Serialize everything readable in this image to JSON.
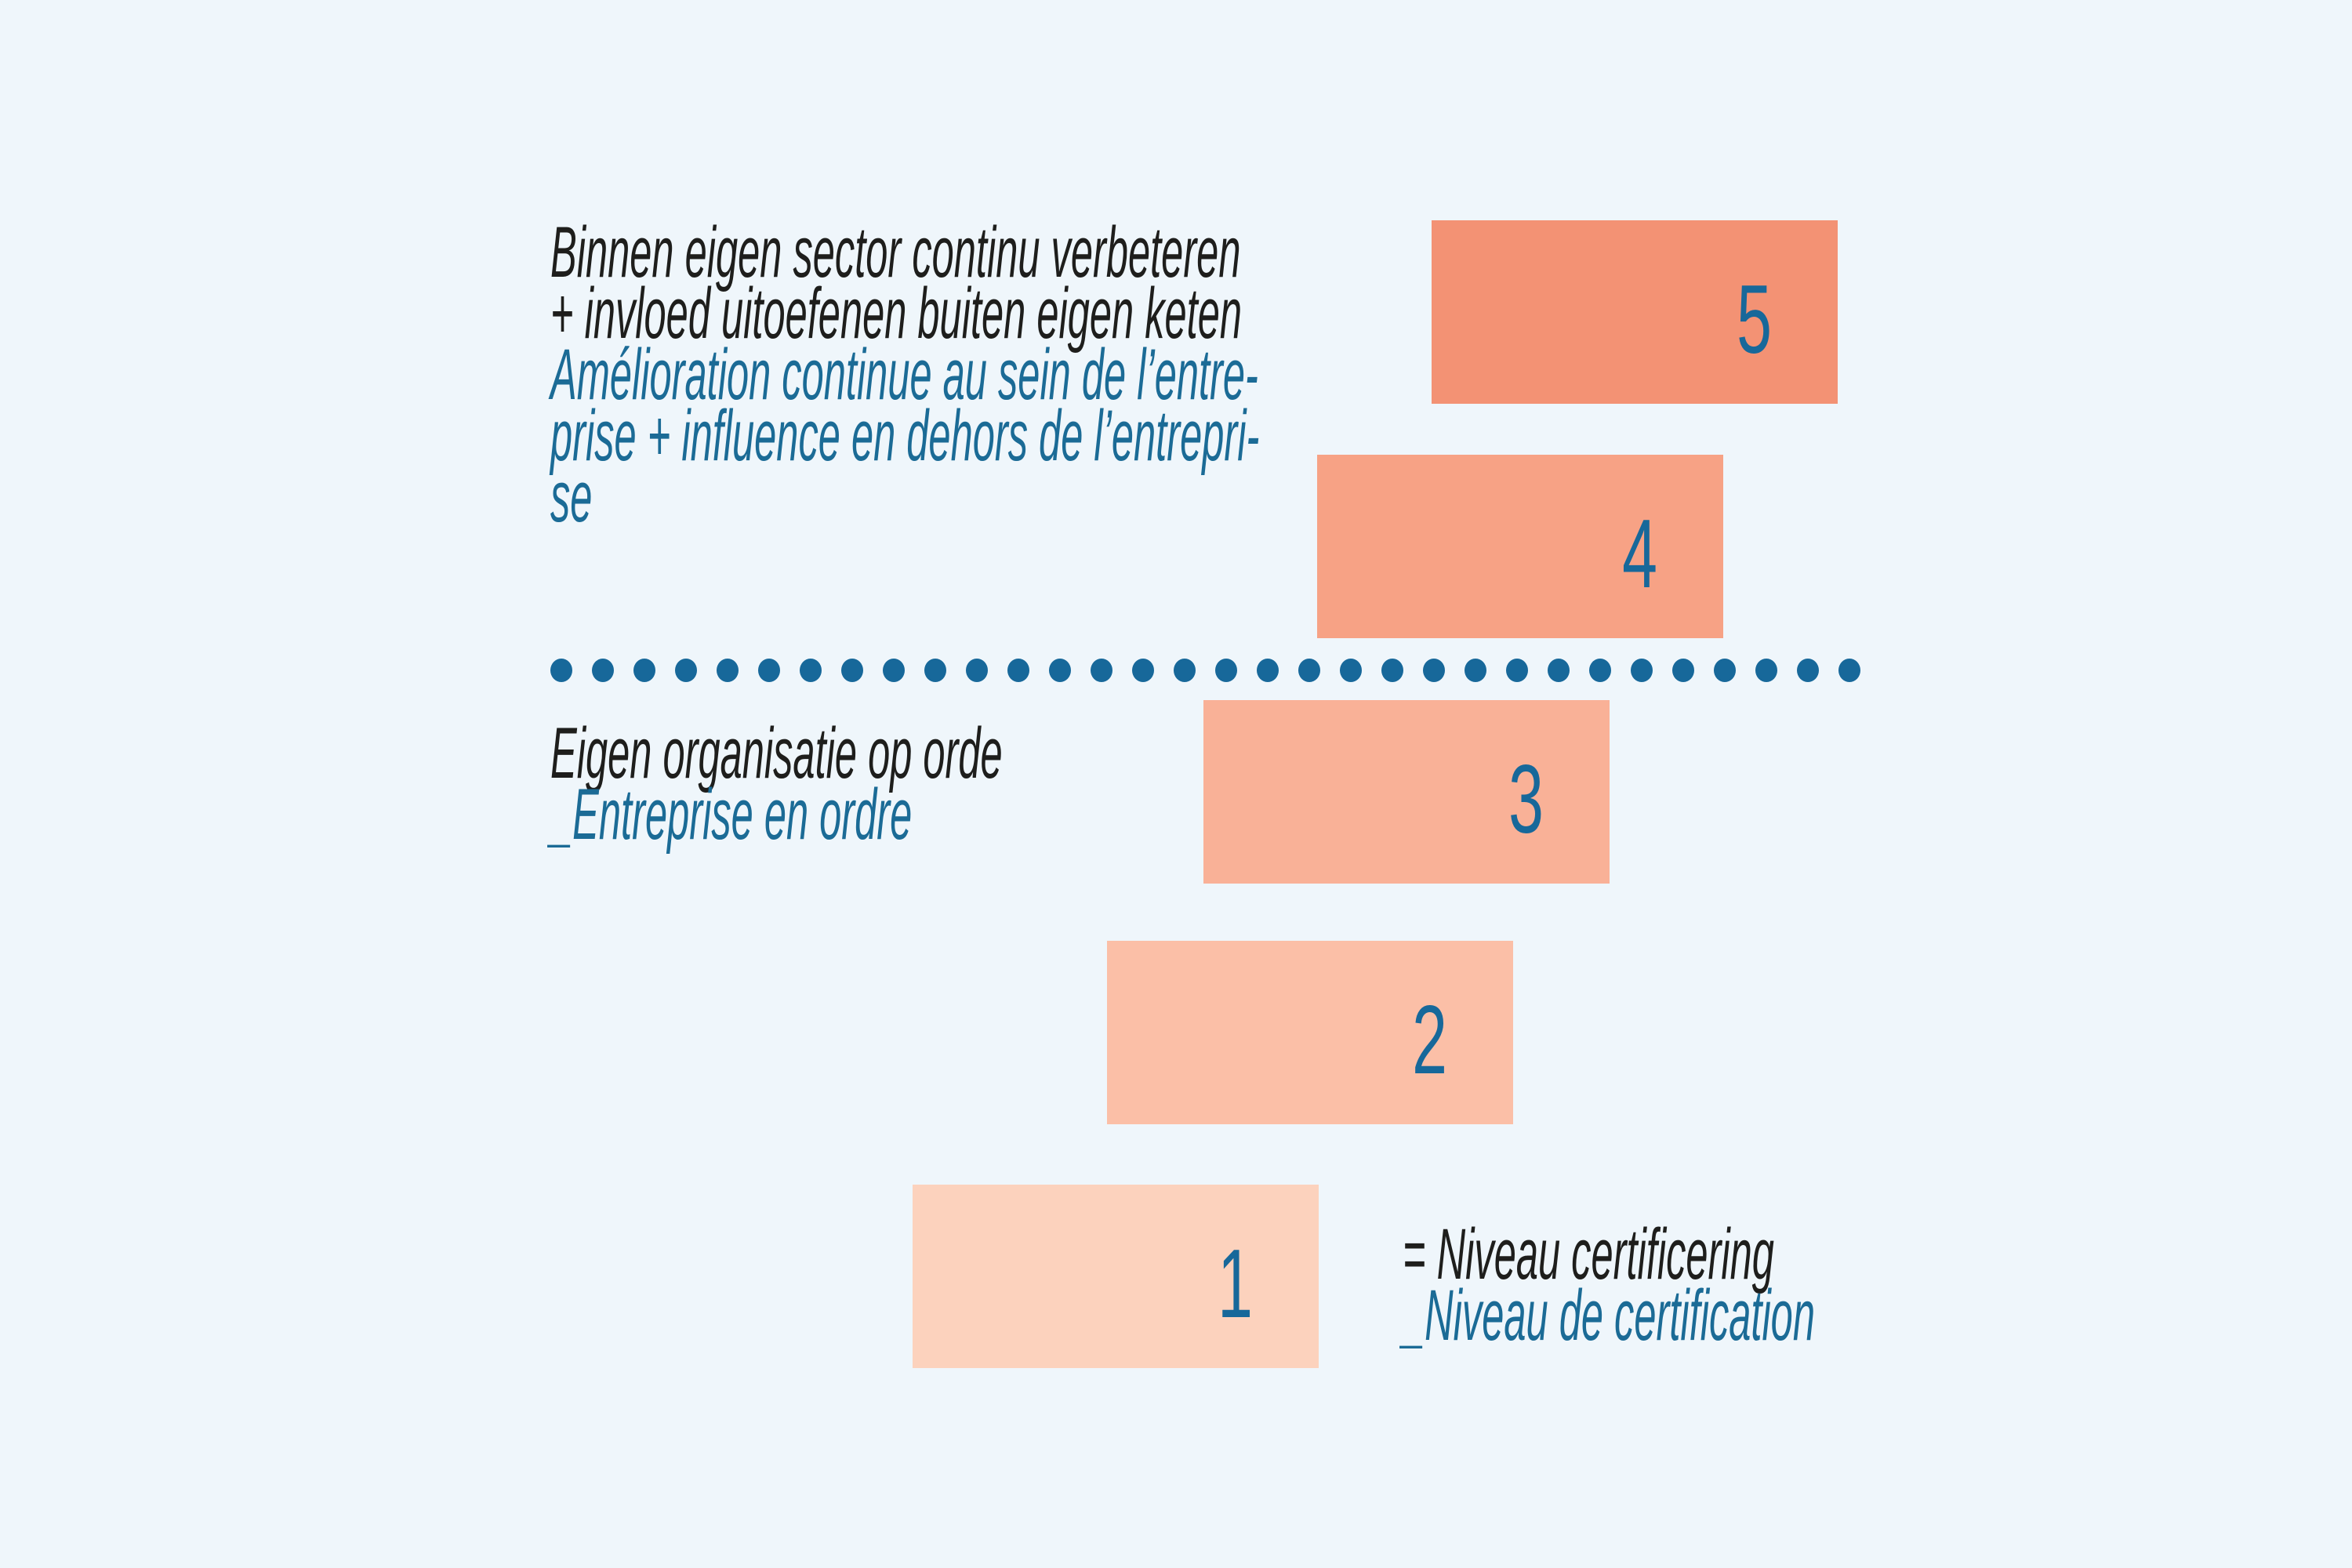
{
  "background": "#eff6fb",
  "palette": {
    "accent_teal": "#17689a",
    "french_text": "#1b6b96",
    "dutch_text": "#1e1e1c"
  },
  "top_label": {
    "nl_lines": [
      "Binnen eigen sector continu verbeteren",
      "+ invloed uitoefenen buiten eigen keten"
    ],
    "fr_lines": [
      "Amélioration continue au sein de l’entre-",
      "prise + influence en dehors de l’entrepri-",
      "se"
    ]
  },
  "mid_label": {
    "nl": "Eigen organisatie op orde",
    "fr": "_Entreprise en ordre"
  },
  "legend": {
    "nl": "= Niveau certificering",
    "fr": "_Niveau de certification"
  },
  "levels": [
    {
      "number": "5",
      "color": "#f39274"
    },
    {
      "number": "4",
      "color": "#f7a285"
    },
    {
      "number": "3",
      "color": "#f9b197"
    },
    {
      "number": "2",
      "color": "#fbbfa7"
    },
    {
      "number": "1",
      "color": "#fcd2bd"
    }
  ],
  "divider": {
    "dot_count": 32
  }
}
